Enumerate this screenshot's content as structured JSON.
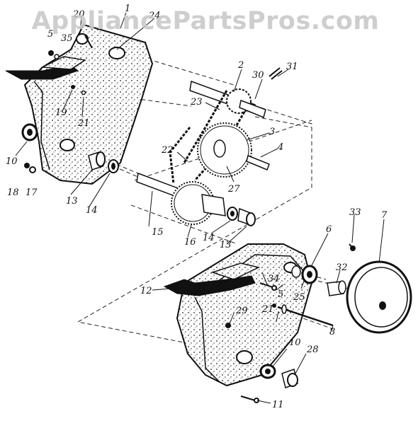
{
  "watermark": "AppliancePartsPros.com",
  "callouts": [
    {
      "id": "c1",
      "text": "1"
    },
    {
      "id": "c2",
      "text": "2"
    },
    {
      "id": "c3",
      "text": "3"
    },
    {
      "id": "c4",
      "text": "4"
    },
    {
      "id": "c5a",
      "text": "5"
    },
    {
      "id": "c5b",
      "text": "5"
    },
    {
      "id": "c6",
      "text": "6"
    },
    {
      "id": "c7",
      "text": "7"
    },
    {
      "id": "c8",
      "text": "8"
    },
    {
      "id": "c10a",
      "text": "10"
    },
    {
      "id": "c10b",
      "text": "10"
    },
    {
      "id": "c11",
      "text": "11"
    },
    {
      "id": "c12",
      "text": "12"
    },
    {
      "id": "c13a",
      "text": "13"
    },
    {
      "id": "c13b",
      "text": "13"
    },
    {
      "id": "c14a",
      "text": "14"
    },
    {
      "id": "c14b",
      "text": "14"
    },
    {
      "id": "c15",
      "text": "15"
    },
    {
      "id": "c16",
      "text": "16"
    },
    {
      "id": "c17",
      "text": "17"
    },
    {
      "id": "c18",
      "text": "18"
    },
    {
      "id": "c19",
      "text": "19"
    },
    {
      "id": "c20",
      "text": "20"
    },
    {
      "id": "c21a",
      "text": "21"
    },
    {
      "id": "c21b",
      "text": "21"
    },
    {
      "id": "c22",
      "text": "22"
    },
    {
      "id": "c23",
      "text": "23"
    },
    {
      "id": "c24",
      "text": "24"
    },
    {
      "id": "c25",
      "text": "25"
    },
    {
      "id": "c27",
      "text": "27"
    },
    {
      "id": "c28",
      "text": "28"
    },
    {
      "id": "c29",
      "text": "29"
    },
    {
      "id": "c30",
      "text": "30"
    },
    {
      "id": "c31",
      "text": "31"
    },
    {
      "id": "c32",
      "text": "32"
    },
    {
      "id": "c33",
      "text": "33"
    },
    {
      "id": "c34",
      "text": "34"
    },
    {
      "id": "c35",
      "text": "35"
    }
  ]
}
